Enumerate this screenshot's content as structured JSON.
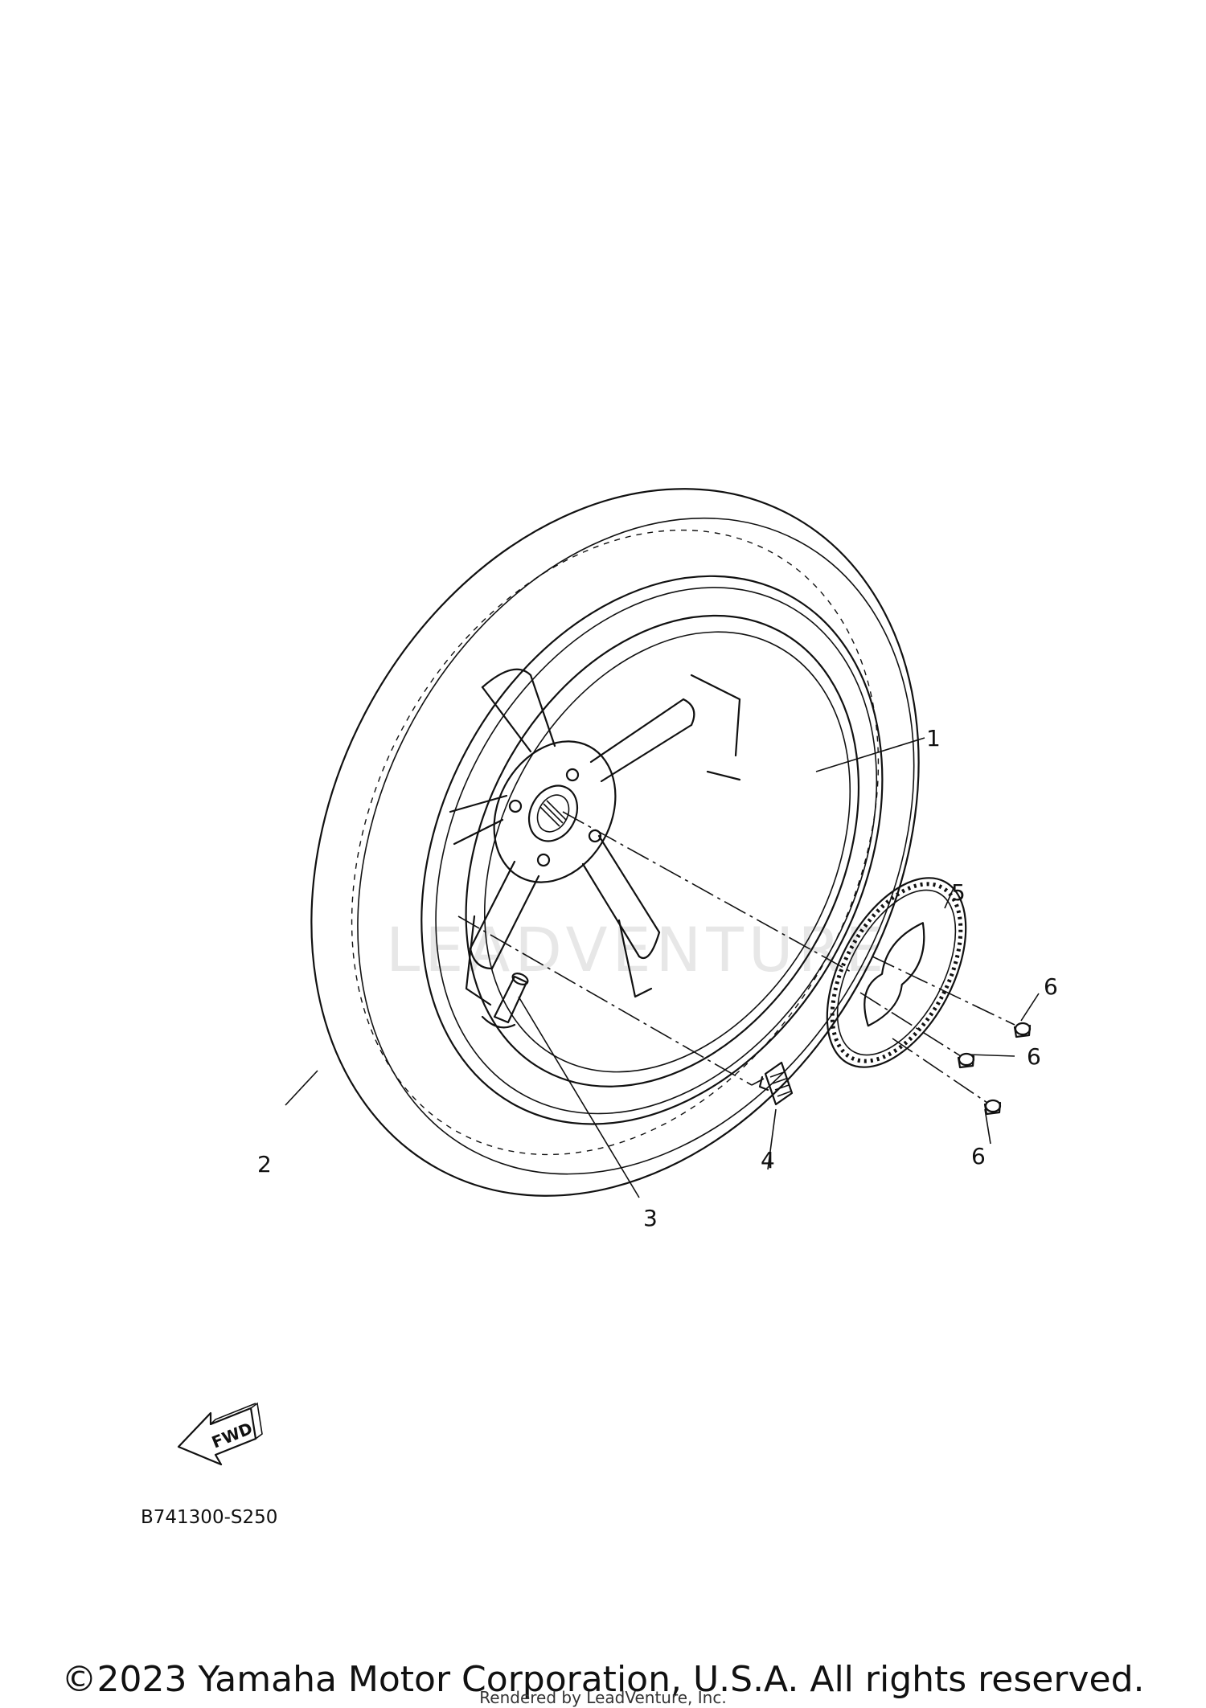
{
  "callouts": [
    {
      "id": "1",
      "label": "1"
    },
    {
      "id": "2",
      "label": "2"
    },
    {
      "id": "3",
      "label": "3"
    },
    {
      "id": "4",
      "label": "4"
    },
    {
      "id": "5",
      "label": "5"
    },
    {
      "id": "6a",
      "label": "6"
    },
    {
      "id": "6b",
      "label": "6"
    },
    {
      "id": "6c",
      "label": "6"
    }
  ],
  "fwd_label": "FWD",
  "diagram_code": "B741300-S250",
  "watermark": "LEADVENTURE",
  "copyright": "©2023 Yamaha Motor Corporation, U.S.A. All rights reserved.",
  "rendered_by": "Rendered by LeadVenture, Inc."
}
